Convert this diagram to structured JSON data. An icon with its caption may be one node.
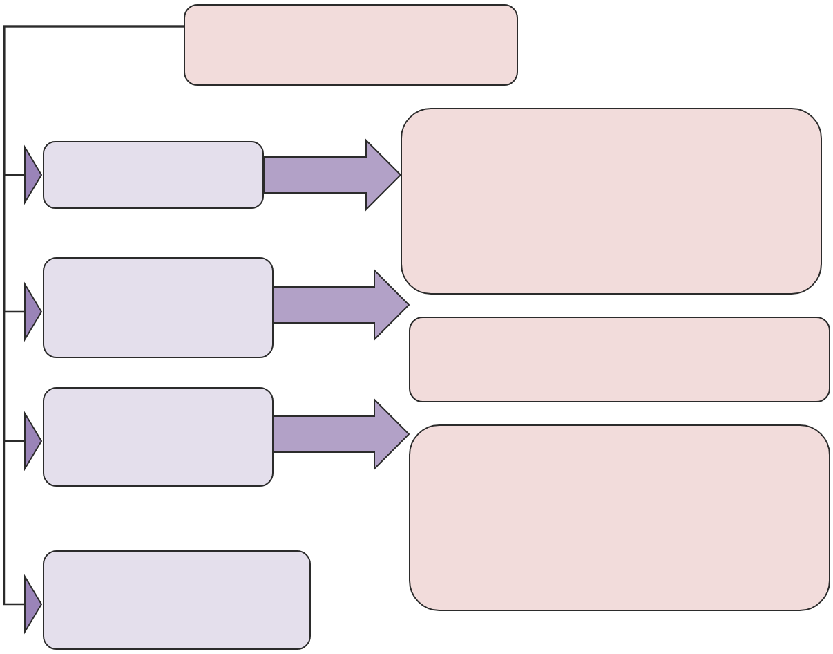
{
  "diagram": {
    "nodes": [
      {
        "text": [],
        "shape": "box"
      },
      {
        "text": [],
        "shape": "box"
      },
      {
        "text": [],
        "shape": "box"
      },
      {
        "text": [],
        "shape": "box"
      },
      {
        "text": [],
        "shape": "box"
      },
      {
        "text": [],
        "shape": "box"
      },
      {
        "text": [],
        "shape": "box"
      },
      {
        "text": [],
        "shape": "box"
      }
    ],
    "edges": [
      {
        "from": 0,
        "to": 1,
        "arrow": "to"
      },
      {
        "from": 0,
        "to": 2,
        "arrow": "to"
      },
      {
        "from": 0,
        "to": 3,
        "arrow": "to"
      },
      {
        "from": 0,
        "to": 4,
        "arrow": "to"
      },
      {
        "from": 1,
        "to": 5,
        "arrow": "to",
        "style": "thick"
      },
      {
        "from": 2,
        "to": 6,
        "arrow": "to",
        "style": "thick"
      },
      {
        "from": 3,
        "to": 7,
        "arrow": "to",
        "style": "thick"
      }
    ]
  }
}
